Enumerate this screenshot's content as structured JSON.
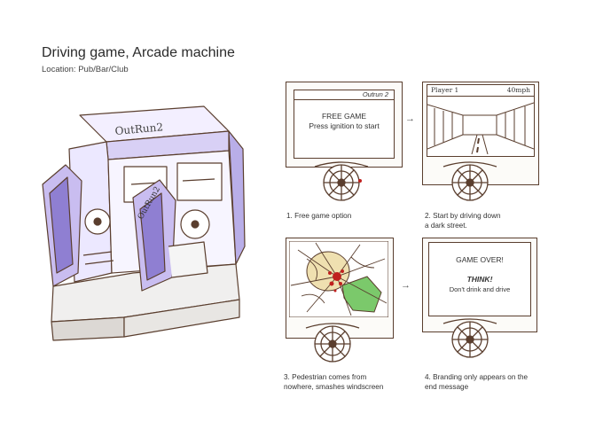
{
  "header": {
    "title": "Driving game, Arcade machine",
    "location": "Location: Pub/Bar/Club"
  },
  "cabinet": {
    "marquee_text": "OutRun2",
    "seat_text": "OutRun2"
  },
  "panels": [
    {
      "screen_title": "Outrun 2",
      "screen_lines": [
        "FREE GAME",
        "Press ignition to start"
      ],
      "caption_lines": [
        "1. Free game option"
      ]
    },
    {
      "hud_player": "Player 1",
      "hud_speed": "40mph",
      "caption_lines": [
        "2. Start by driving down",
        "a dark street."
      ]
    },
    {
      "caption_lines": [
        "3. Pedestrian comes from",
        "nowhere, smashes windscreen"
      ]
    },
    {
      "screen_heading": "GAME OVER!",
      "screen_think": "THINK!",
      "screen_message": "Don't drink and drive",
      "caption_lines": [
        "4. Branding only appears on the",
        "end message"
      ]
    }
  ],
  "colors": {
    "pencil": "#5a3e2e",
    "purple": "#9b8ad8",
    "green": "#7bc96b",
    "blood": "#c0201e",
    "skin": "#efe0b0"
  }
}
